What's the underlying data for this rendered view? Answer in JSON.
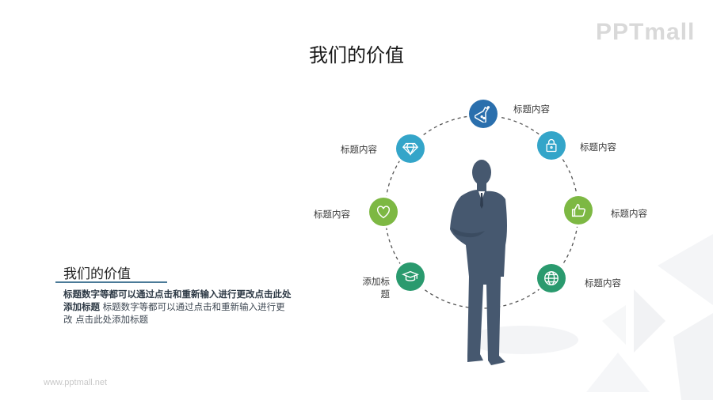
{
  "header": {
    "title": "我们的价值",
    "logo": "PPTmall"
  },
  "left_panel": {
    "heading": "我们的价值",
    "body_bold": "标题数字等都可以通过点击和重新输入进行更改点击此处添加标题",
    "body_normal": " 标题数字等都可以通过点击和重新输入进行更改 点击此处添加标题"
  },
  "footer": {
    "url": "www.pptmall.net"
  },
  "colors": {
    "dark_blue": "#2a6fad",
    "light_blue": "#34a5c9",
    "green": "#7db843",
    "teal_green": "#2a9a6e",
    "silhouette": "#46586f"
  },
  "nodes": [
    {
      "icon": "flask-icon",
      "label": "标题内容",
      "color": "#2a6fad"
    },
    {
      "icon": "lock-icon",
      "label": "标题内容",
      "color": "#34a5c9"
    },
    {
      "icon": "thumbs-up-icon",
      "label": "标题内容",
      "color": "#7db843"
    },
    {
      "icon": "globe-icon",
      "label": "标题内容",
      "color": "#2a9a6e"
    },
    {
      "icon": "graduation-cap-icon",
      "label": "添加标题",
      "color": "#2a9a6e"
    },
    {
      "icon": "heart-icon",
      "label": "标题内容",
      "color": "#7db843"
    },
    {
      "icon": "diamond-icon",
      "label": "标题内容",
      "color": "#34a5c9"
    }
  ]
}
